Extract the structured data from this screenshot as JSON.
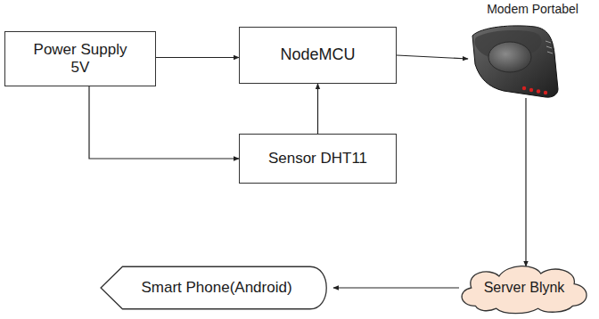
{
  "diagram": {
    "nodes": [
      {
        "text": [
          "Power Supply 5V"
        ]
      },
      {
        "text": [
          "NodeMCU"
        ]
      },
      {
        "text": [
          "Modem Portabel"
        ]
      },
      {
        "text": [
          "Sensor DHT11"
        ]
      },
      {
        "text": [
          "Smart Phone(Android)"
        ]
      },
      {
        "text": [
          "Server Blynk"
        ]
      }
    ],
    "edges": [
      {
        "from": 0,
        "to": 1,
        "arrow": "to"
      },
      {
        "from": 0,
        "to": 3,
        "arrow": "to"
      },
      {
        "from": 3,
        "to": 1,
        "arrow": "to"
      },
      {
        "from": 1,
        "to": 2,
        "arrow": "to"
      },
      {
        "from": 2,
        "to": 5,
        "arrow": "to"
      },
      {
        "from": 5,
        "to": 4,
        "arrow": "to"
      }
    ]
  }
}
